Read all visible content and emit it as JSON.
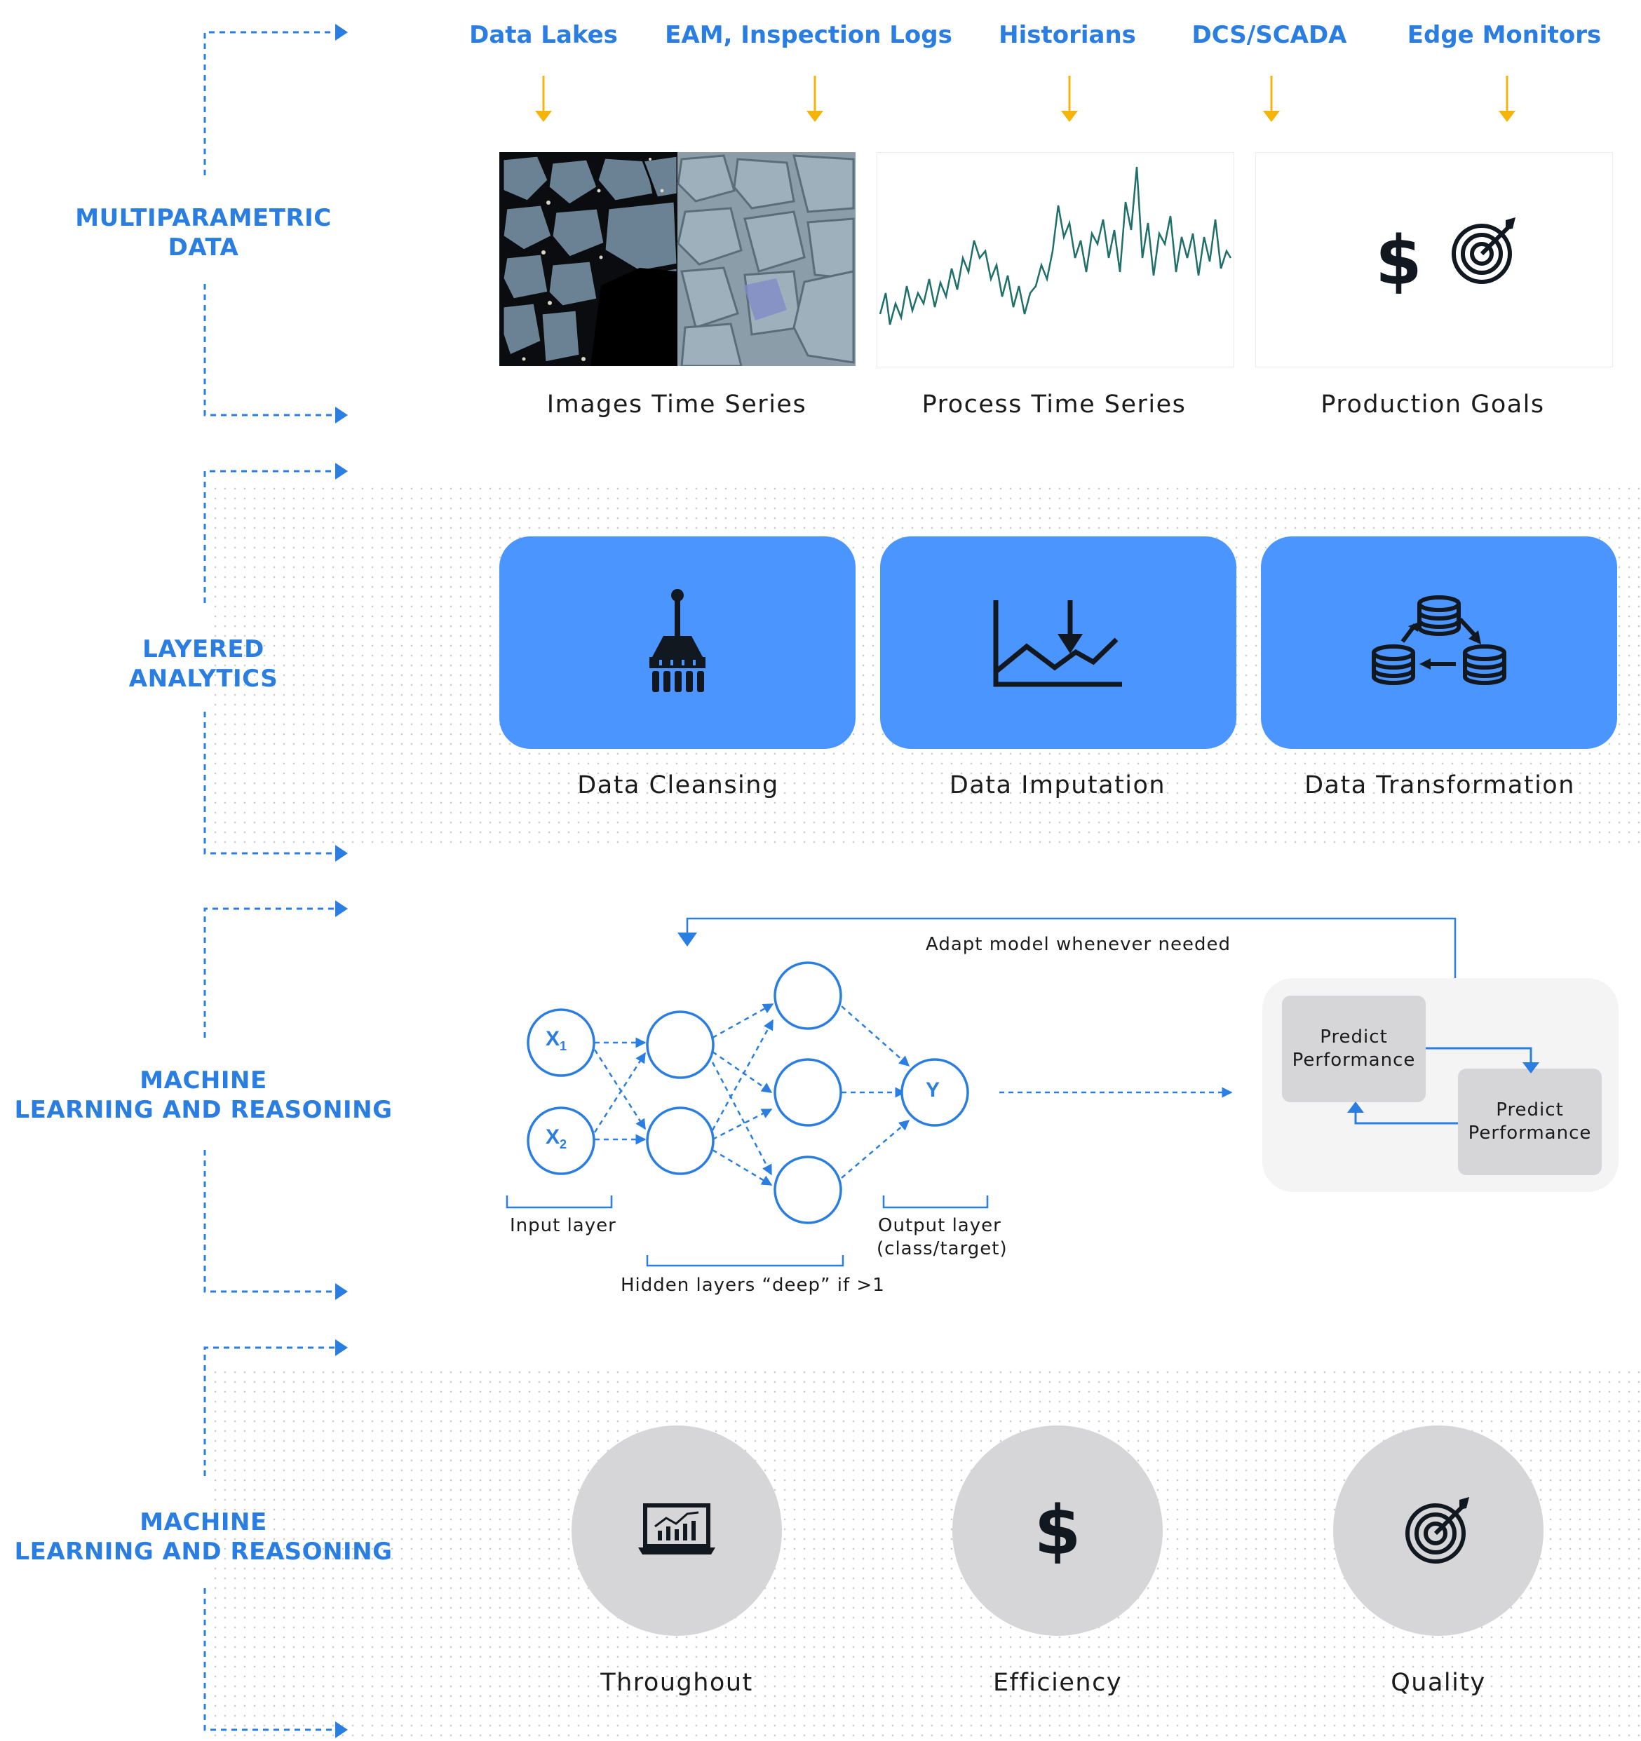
{
  "stages": [
    {
      "lines": [
        "MULTIPARAMETRIC",
        "DATA"
      ]
    },
    {
      "lines": [
        "LAYERED",
        "ANALYTICS"
      ]
    },
    {
      "lines": [
        "MACHINE",
        "LEARNING AND REASONING"
      ]
    },
    {
      "lines": [
        "MACHINE",
        "LEARNING AND REASONING"
      ]
    }
  ],
  "sources": [
    "Data Lakes",
    "EAM, Inspection Logs",
    "Historians",
    "DCS/SCADA",
    "Edge Monitors"
  ],
  "data_tiles": [
    {
      "caption": "Images Time Series"
    },
    {
      "caption": "Process Time Series"
    },
    {
      "caption": "Production Goals",
      "icons": [
        "dollar-icon",
        "target-icon"
      ]
    }
  ],
  "analytics": [
    {
      "caption": "Data Cleansing",
      "icon": "brush-icon"
    },
    {
      "caption": "Data Imputation",
      "icon": "chart-down-arrow-icon"
    },
    {
      "caption": "Data Transformation",
      "icon": "database-cycle-icon"
    }
  ],
  "network": {
    "inputs": [
      "X",
      "X"
    ],
    "input_subscripts": [
      "1",
      "2"
    ],
    "output": "Y",
    "input_label": "Input layer",
    "hidden_label": "Hidden layers “deep” if >1",
    "output_label_1": "Output layer",
    "output_label_2": "(class/target)",
    "feedback_label": "Adapt model whenever needed"
  },
  "predict_boxes": [
    {
      "line1": "Predict",
      "line2": "Performance"
    },
    {
      "line1": "Predict",
      "line2": "Performance"
    }
  ],
  "outcomes": [
    {
      "caption": "Throughout",
      "icon": "laptop-chart-icon"
    },
    {
      "caption": "Efficiency",
      "icon": "dollar-icon"
    },
    {
      "caption": "Quality",
      "icon": "target-icon"
    }
  ],
  "colors": {
    "accent": "#2a7de1",
    "card": "#4a95ff",
    "arrow_yellow": "#f5b40a",
    "grey": "#d6d6d8"
  }
}
